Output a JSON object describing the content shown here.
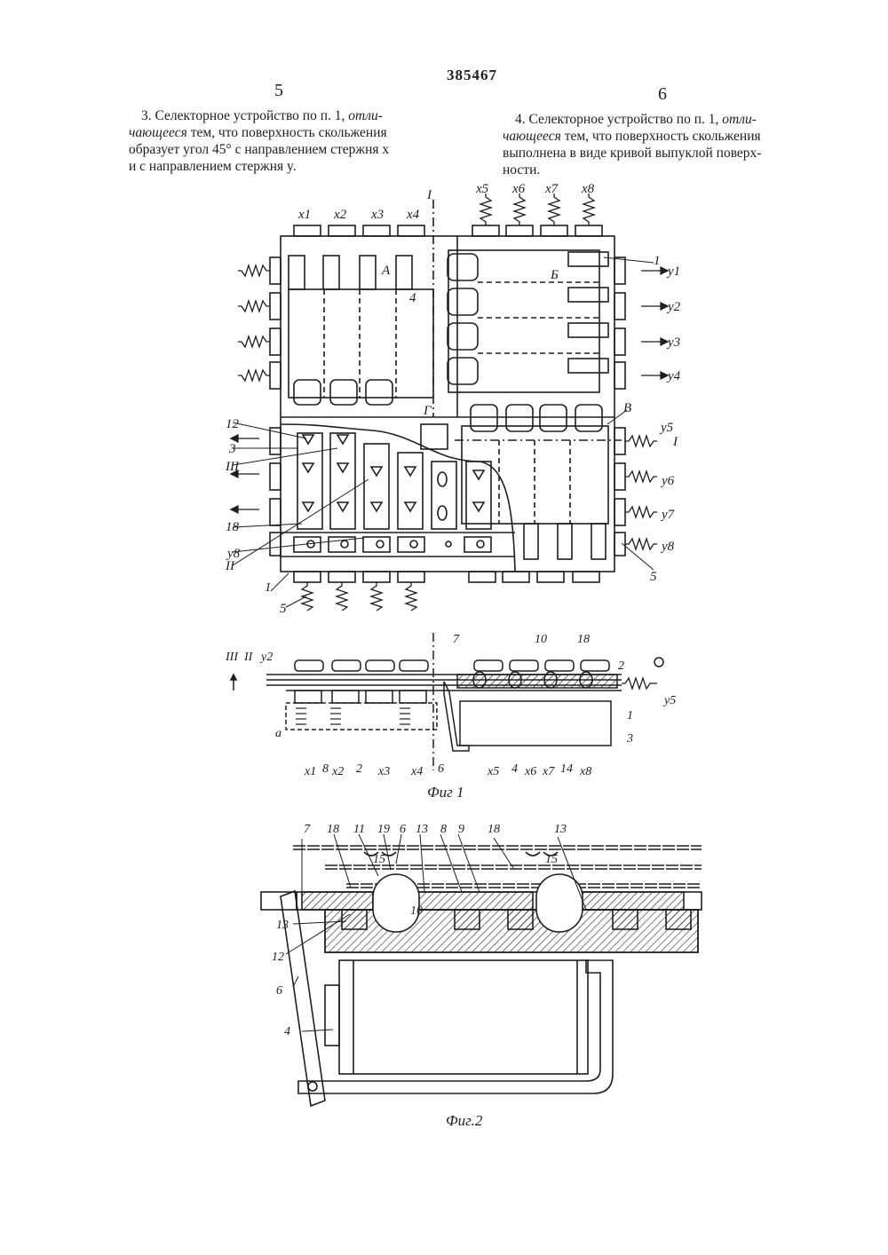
{
  "header": {
    "patent_number": "385467",
    "left_column_number": "5",
    "right_column_number": "6"
  },
  "claims": {
    "claim3": {
      "line1_a": "3. Селекторное устройство по п. 1,",
      "line1_b": "отли-",
      "line2_a": "чающееся",
      "line2_b": " тем, что поверхность скольжения",
      "line3": "образует угол 45° с направлением стержня x",
      "line4": "и с направлением стержня y."
    },
    "claim4": {
      "line1_a": "4. Селекторное устройство по п. 1,",
      "line1_b": "отли-",
      "line2_a": "чающееся",
      "line2_b": " тем, что поверхность скольжения",
      "line3": "выполнена в виде кривой выпуклой поверх-",
      "line4": "ности."
    }
  },
  "figure1": {
    "caption": "Фиг 1",
    "top_x_labels": [
      "x1",
      "x2",
      "x3",
      "x4",
      "x5",
      "x6",
      "x7",
      "x8"
    ],
    "y_labels": [
      "y1",
      "y2",
      "y3",
      "y4",
      "y5",
      "y6",
      "y7",
      "y8"
    ],
    "section_labels": [
      "I",
      "I",
      "II",
      "III"
    ],
    "zone_labels": [
      "А",
      "Б",
      "В",
      "Г"
    ],
    "part_labels": [
      "1",
      "1",
      "3",
      "4",
      "5",
      "5",
      "12",
      "18"
    ],
    "section": {
      "left_labels": [
        "III",
        "II",
        "y2",
        "a"
      ],
      "right_labels": [
        "7",
        "10",
        "18",
        "2",
        "1",
        "3",
        "y5"
      ],
      "bottom_labels": [
        "x1",
        "8",
        "x2",
        "2",
        "x3",
        "x4",
        "6",
        "x5",
        "4",
        "x6",
        "x7",
        "14",
        "x8"
      ]
    }
  },
  "figure2": {
    "caption": "Фиг.2",
    "labels": [
      "7",
      "18",
      "11",
      "19",
      "6",
      "13",
      "8",
      "9",
      "18",
      "13",
      "15",
      "15",
      "10",
      "13",
      "12",
      "6",
      "4"
    ]
  }
}
